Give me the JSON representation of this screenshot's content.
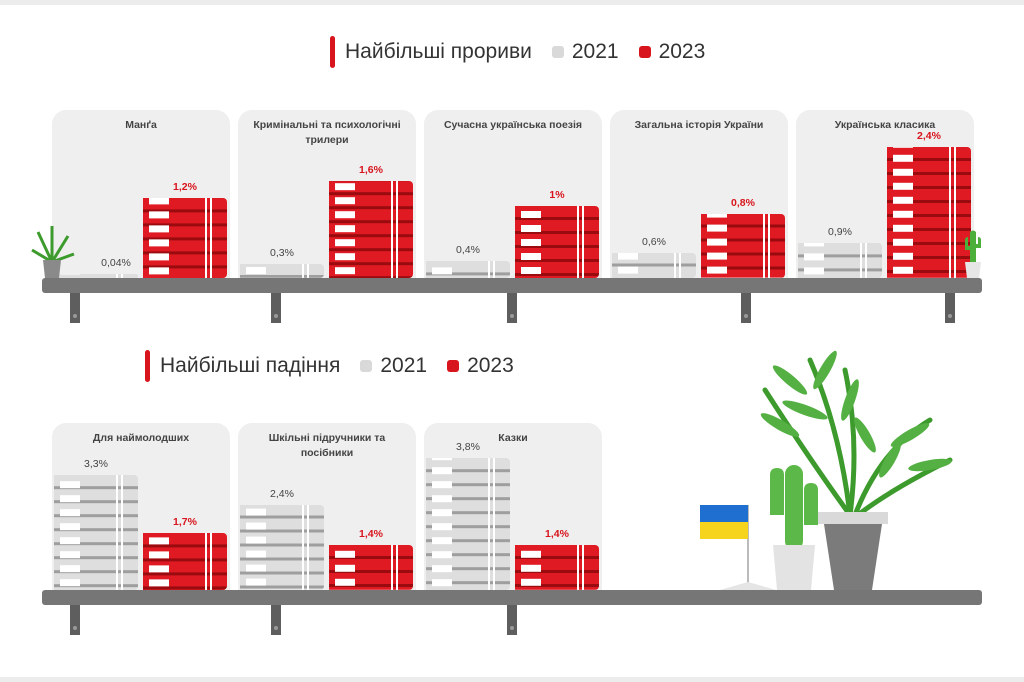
{
  "legend_top": {
    "title": "Найбільші прориви",
    "y2021": "2021",
    "y2023": "2023"
  },
  "legend_bottom": {
    "title": "Найбільші падіння",
    "y2021": "2021",
    "y2023": "2023"
  },
  "colors": {
    "y2021": "#d9d9d9",
    "y2023": "#d8141c",
    "shelf": "#767676"
  },
  "chart_data": [
    {
      "type": "bar",
      "title": "Найбільші прориви",
      "series_names": [
        "2021",
        "2023"
      ],
      "categories": [
        "Манґа",
        "Кримінальні та психологічні трилери",
        "Сучасна українська поезія",
        "Загальна історія України",
        "Українська класика"
      ],
      "series": [
        {
          "name": "2021",
          "values": [
            0.04,
            0.3,
            0.4,
            0.6,
            0.9
          ],
          "labels": [
            "0,04%",
            "0,3%",
            "0,4%",
            "0,6%",
            "0,9%"
          ]
        },
        {
          "name": "2023",
          "values": [
            1.2,
            1.6,
            1,
            0.8,
            2.4
          ],
          "labels": [
            "1,2%",
            "1,6%",
            "1%",
            "0,8%",
            "2,4%"
          ]
        }
      ]
    },
    {
      "type": "bar",
      "title": "Найбільші падіння",
      "series_names": [
        "2021",
        "2023"
      ],
      "categories": [
        "Для наймолодших",
        "Шкільні підручники та посібники",
        "Казки"
      ],
      "series": [
        {
          "name": "2021",
          "values": [
            3.3,
            2.4,
            3.8
          ],
          "labels": [
            "3,3%",
            "2,4%",
            "3,8%"
          ]
        },
        {
          "name": "2023",
          "values": [
            1.7,
            1.4,
            1.4
          ],
          "labels": [
            "1,7%",
            "1,4%",
            "1,4%"
          ]
        }
      ]
    }
  ]
}
